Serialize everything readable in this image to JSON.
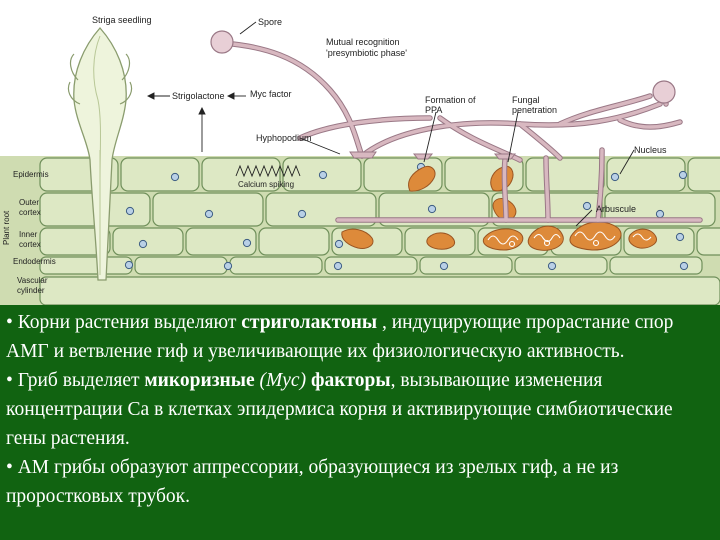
{
  "diagram": {
    "labels": {
      "striga_seedling": "Striga seedling",
      "spore": "Spore",
      "mutual_recognition_line1": "Mutual recognition",
      "mutual_recognition_line2": "'presymbiotic phase'",
      "strigolactone": "Strigolactone",
      "myc_factor": "Myc factor",
      "formation_ppa_line1": "Formation of",
      "formation_ppa_line2": "PPA",
      "fungal_penetration_line1": "Fungal",
      "fungal_penetration_line2": "penetration",
      "hyphopodium": "Hyphopodium",
      "nucleus": "Nucleus",
      "epidermis": "Epidermis",
      "calcium_spiking": "Calcium spiking",
      "outer_cortex_line1": "Outer",
      "outer_cortex_line2": "cortex",
      "arbuscule": "Arbuscule",
      "inner_cortex_line1": "Inner",
      "inner_cortex_line2": "cortex",
      "plant_root": "Plant root",
      "endodermis": "Endodermis",
      "vascular_cylinder_line1": "Vascular",
      "vascular_cylinder_line2": "cylinder"
    },
    "colors": {
      "cell_fill": "#dde8c4",
      "cell_stroke": "#6f8f5a",
      "seedling_fill": "#eef4dc",
      "hypha": "#d8b8c0",
      "hypha_stroke": "#9a7886",
      "fungal_orange": "#dd8a3a",
      "nucleus_fill": "#b9d0e6",
      "panel_green": "#116311"
    }
  },
  "text": {
    "p1_a": "• Корни растения выделяют ",
    "p1_b": "стриголактоны",
    "p1_c": " , индуцирующие прорастание спор АМГ и ветвление гиф и увеличивающие их физиологическую активность.",
    "p2_a": "• Гриб выделяет ",
    "p2_b": "микоризные ",
    "p2_c": "(Myc)",
    "p2_d": " факторы",
    "p2_e": ", вызывающие изменения концентрации Ca в клетках эпидермиса корня и активирующие симбиотические  гены растения.",
    "p3_a": "• АМ грибы образуют аппрессории, образующиеся из зрелых гиф, а не из проростковых трубок."
  }
}
